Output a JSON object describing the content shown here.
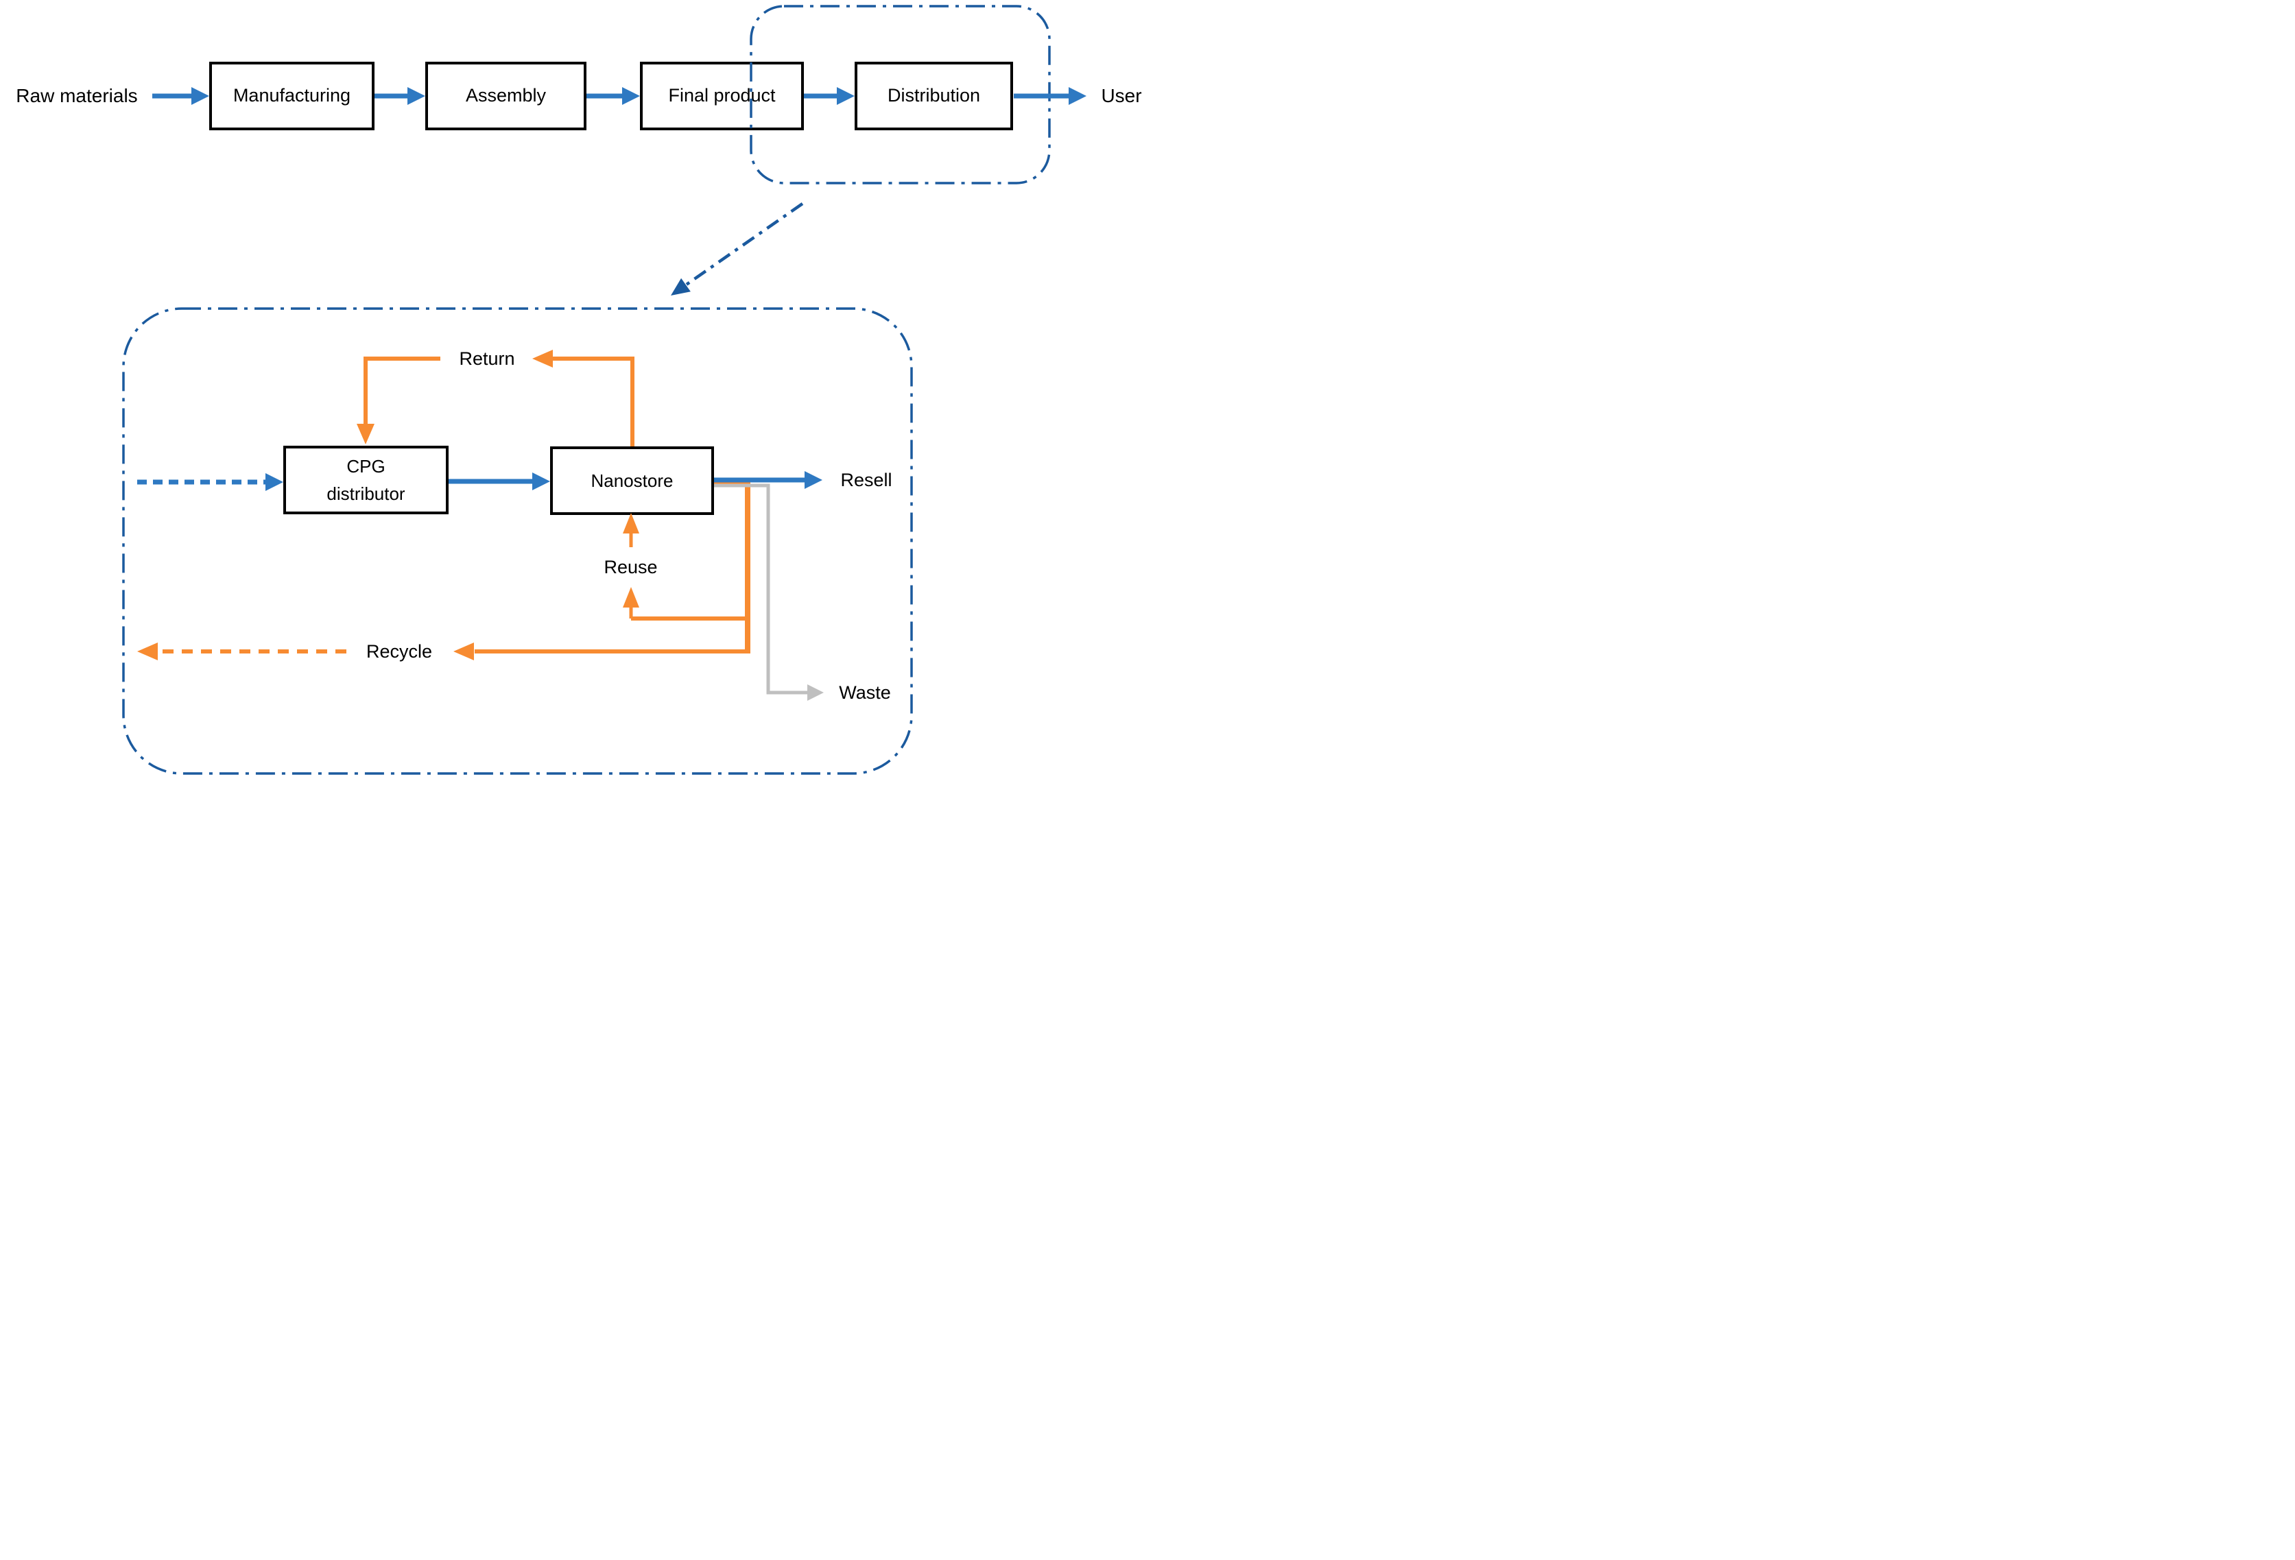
{
  "top_row": {
    "raw_materials_label": "Raw materials",
    "manufacturing_label": "Manufacturing",
    "assembly_label": "Assembly",
    "final_product_label": "Final product",
    "distribution_label": "Distribution",
    "user_label": "User"
  },
  "detail_loop": {
    "cpg_distributor_line1": "CPG",
    "cpg_distributor_line2": "distributor",
    "nanostore_label": "Nanostore",
    "return_label": "Return",
    "reuse_label": "Reuse",
    "resell_label": "Resell",
    "recycle_label": "Recycle",
    "waste_label": "Waste"
  },
  "colors": {
    "arrow_blue": "#2e79c2",
    "callout_dashdot_blue": "#1b5a9e",
    "loop_orange": "#f78b31",
    "waste_gray": "#bfbfbf",
    "box_border_black": "#000000"
  }
}
